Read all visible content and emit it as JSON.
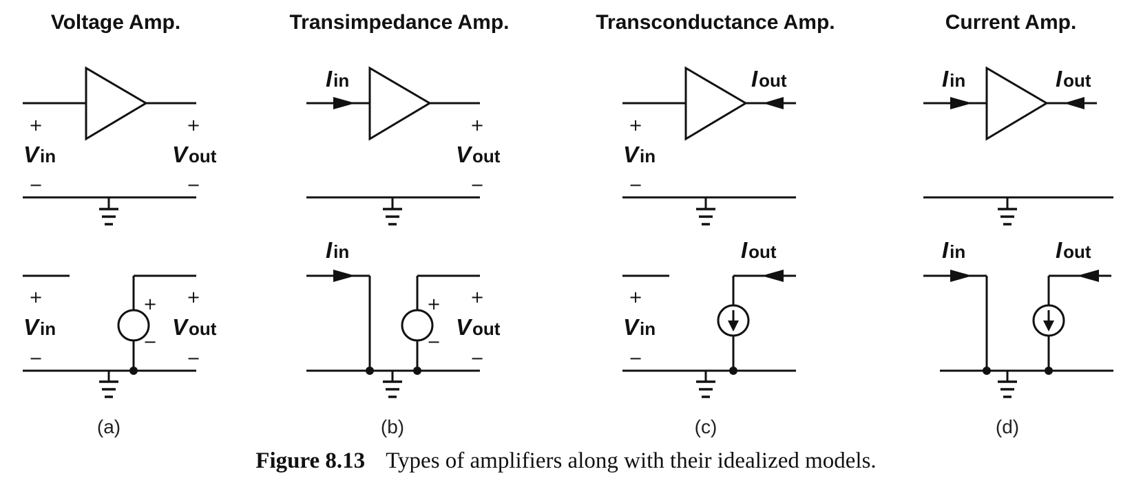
{
  "titles": {
    "a": "Voltage Amp.",
    "b": "Transimpedance Amp.",
    "c": "Transconductance Amp.",
    "d": "Current  Amp."
  },
  "labels": {
    "plus": "+",
    "minus": "−",
    "V": "V",
    "I": "I",
    "in": "in",
    "out": "out"
  },
  "panels": [
    "(a)",
    "(b)",
    "(c)",
    "(d)"
  ],
  "caption": {
    "figure": "Figure 8.13",
    "text": "Types of amplifiers along with their idealized models."
  }
}
